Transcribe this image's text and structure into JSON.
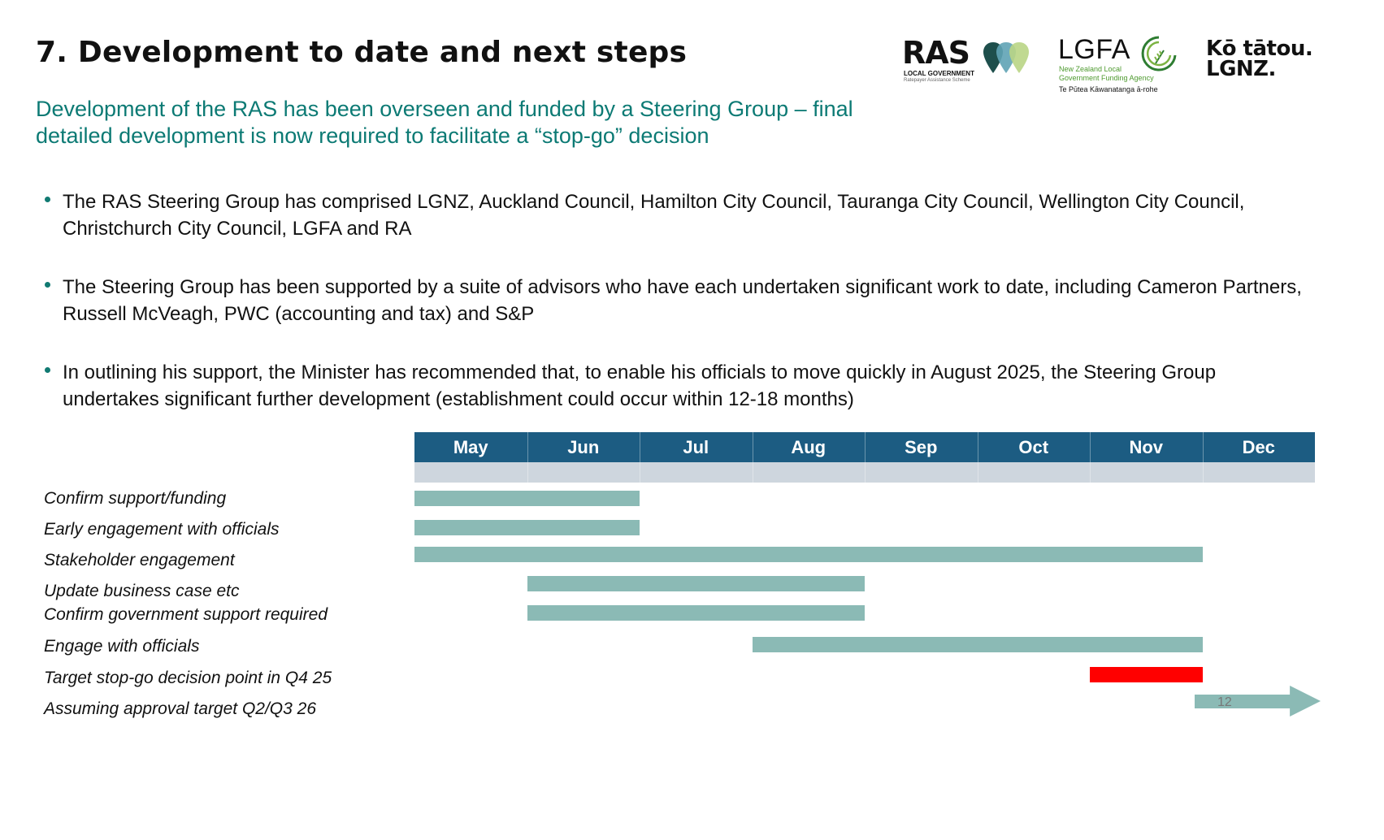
{
  "title": "7. Development to date and next steps",
  "subtitle_line1": "Development of the RAS has been overseen and funded by a Steering Group – final",
  "subtitle_line2": "detailed development is now required to facilitate a “stop-go” decision",
  "bullets": [
    "The RAS Steering Group has comprised LGNZ, Auckland Council, Hamilton City Council, Tauranga City Council, Wellington City Council, Christchurch City Council, LGFA and RA",
    "The Steering Group has been supported by a suite of advisors who have each undertaken significant work to date, including Cameron Partners, Russell McVeagh, PWC (accounting and tax) and S&P",
    "In outlining his support, the Minister has recommended that, to enable his officials to move quickly in August 2025, the Steering Group  undertakes significant further development  (establishment could occur within 12-18 months)"
  ],
  "logos": {
    "ras": {
      "word": "RAS",
      "sub1": "LOCAL GOVERNMENT",
      "sub2": "Ratepayer Assistance Scheme"
    },
    "lgfa": {
      "word": "LGFA",
      "sub1": "New Zealand Local",
      "sub2": "Government Funding Agency",
      "sub3": "Te Pūtea Kāwanatanga ā-rohe"
    },
    "lgnz": {
      "line1": "Kō tātou.",
      "line2": "LGNZ."
    }
  },
  "colors": {
    "header": "#1c5c82",
    "subheader": "#ced6de",
    "bar": "#8bbab5",
    "highlight": "#ff0000",
    "accent_text": "#0c7a74"
  },
  "gantt": {
    "months": [
      "May",
      "Jun",
      "Jul",
      "Aug",
      "Sep",
      "Oct",
      "Nov",
      "Dec"
    ],
    "tasks": [
      {
        "label": "Confirm support/funding",
        "start": 0,
        "end": 2,
        "kind": "bar"
      },
      {
        "label": "Early engagement with officials",
        "start": 0,
        "end": 2,
        "kind": "bar"
      },
      {
        "label": "Stakeholder engagement",
        "start": 0,
        "end": 7,
        "kind": "bar"
      },
      {
        "label": "Update business case etc",
        "start": 1,
        "end": 4,
        "kind": "bar"
      },
      {
        "label": "Confirm government support required",
        "start": 1,
        "end": 4,
        "kind": "bar"
      },
      {
        "label": "Engage with officials",
        "start": 3,
        "end": 7,
        "kind": "bar"
      },
      {
        "label": "Target stop-go decision point in Q4 25",
        "start": 6,
        "end": 7,
        "kind": "highlight"
      },
      {
        "label": "Assuming approval target Q2/Q3 26",
        "start": 6.93,
        "end": 8.05,
        "kind": "arrow"
      }
    ]
  },
  "page_number": "12"
}
